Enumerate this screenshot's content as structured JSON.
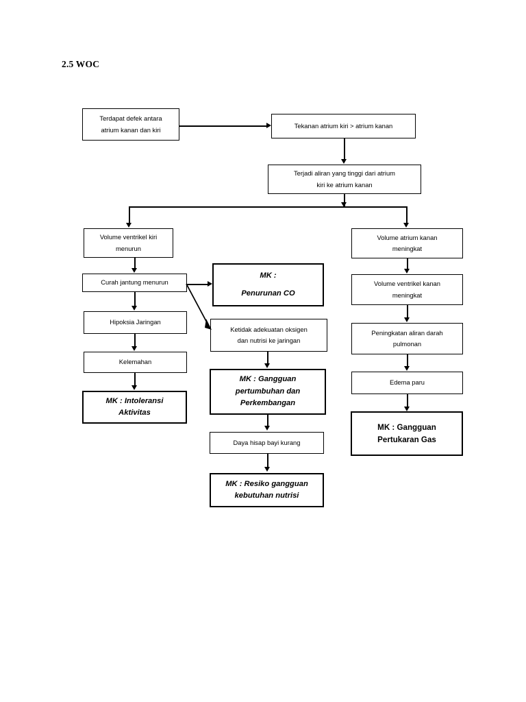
{
  "document": {
    "title": "2.5 WOC"
  },
  "chart_data": {
    "type": "diagram",
    "title": "2.5 WOC",
    "diagram_kind": "flowchart",
    "nodes": [
      {
        "id": "n1",
        "label": "Terdapat defek antara\ndan kiri",
        "text": "Terdapat defek antara\natrium kanan dan kiri",
        "style": "plain"
      },
      {
        "id": "n2",
        "text": "Tekanan atrium kiri > atrium kanan",
        "style": "plain"
      },
      {
        "id": "n3",
        "text": "Terjadi aliran yang tinggi dari atrium\nkiri ke atrium kanan",
        "style": "plain"
      },
      {
        "id": "n4",
        "text": "Volume ventrikel kiri\nmenurun",
        "style": "plain"
      },
      {
        "id": "n5",
        "text": "Curah jantung menurun",
        "style": "plain"
      },
      {
        "id": "n6",
        "text": "Hipoksia Jaringan",
        "style": "plain"
      },
      {
        "id": "n7",
        "text": "Kelemahan",
        "style": "plain"
      },
      {
        "id": "n8",
        "text": "MK : Intoleransi\nAktivitas",
        "style": "mk-italic"
      },
      {
        "id": "n9",
        "text": "MK :\n\nPenurunan CO",
        "style": "mk-italic"
      },
      {
        "id": "n10",
        "text": "Ketidak adekuatan oksigen\ndan nutrisi ke jaringan",
        "style": "plain"
      },
      {
        "id": "n11",
        "text": "MK : Gangguan\npertumbuhan dan\nPerkembangan",
        "style": "mk-italic"
      },
      {
        "id": "n12",
        "text": "Daya hisap bayi kurang",
        "style": "plain"
      },
      {
        "id": "n13",
        "text": "MK : Resiko gangguan\nkebutuhan nutrisi",
        "style": "mk-italic"
      },
      {
        "id": "n14",
        "text": "Volume atrium kanan\nmeningkat",
        "style": "plain"
      },
      {
        "id": "n15",
        "text": "Volume ventrikel kanan\nmeningkat",
        "style": "plain"
      },
      {
        "id": "n16",
        "text": "Peningkatan aliran darah\npulmonan",
        "style": "plain"
      },
      {
        "id": "n17",
        "text": "Edema paru",
        "style": "plain"
      },
      {
        "id": "n18",
        "text": "MK : Gangguan\nPertukaran Gas",
        "style": "mk-bold"
      }
    ],
    "edges": [
      {
        "from": "n1",
        "to": "n2",
        "kind": "horizontal-arrow"
      },
      {
        "from": "n2",
        "to": "n3",
        "kind": "vertical-arrow"
      },
      {
        "from": "n3",
        "to": "n4",
        "kind": "split-left-arrow"
      },
      {
        "from": "n3",
        "to": "n14",
        "kind": "split-right-arrow"
      },
      {
        "from": "n4",
        "to": "n5",
        "kind": "vertical-arrow"
      },
      {
        "from": "n5",
        "to": "n6",
        "kind": "vertical-arrow"
      },
      {
        "from": "n5",
        "to": "n9",
        "kind": "horizontal-arrow"
      },
      {
        "from": "n5",
        "to": "n10",
        "kind": "diagonal-arrow"
      },
      {
        "from": "n6",
        "to": "n7",
        "kind": "vertical-arrow"
      },
      {
        "from": "n7",
        "to": "n8",
        "kind": "vertical-arrow"
      },
      {
        "from": "n10",
        "to": "n11",
        "kind": "vertical-arrow"
      },
      {
        "from": "n11",
        "to": "n12",
        "kind": "vertical-arrow"
      },
      {
        "from": "n12",
        "to": "n13",
        "kind": "vertical-arrow"
      },
      {
        "from": "n14",
        "to": "n15",
        "kind": "vertical-arrow"
      },
      {
        "from": "n15",
        "to": "n16",
        "kind": "vertical-arrow"
      },
      {
        "from": "n16",
        "to": "n17",
        "kind": "vertical-arrow"
      },
      {
        "from": "n17",
        "to": "n18",
        "kind": "vertical-arrow"
      }
    ],
    "colors": {
      "background": "#ffffff",
      "box_border": "#000000",
      "box_fill": "#ffffff",
      "text": "#000000",
      "connector": "#000000"
    }
  },
  "nodes": {
    "n1": "Terdapat defek antara\natrium kanan dan kiri",
    "n2": "Tekanan atrium kiri > atrium kanan",
    "n3": "Terjadi aliran yang tinggi dari atrium\nkiri ke atrium kanan",
    "n4": "Volume ventrikel kiri\nmenurun",
    "n5": "Curah jantung menurun",
    "n6": "Hipoksia Jaringan",
    "n7": "Kelemahan",
    "n8": "MK : Intoleransi\nAktivitas",
    "n9": "MK :\nPenurunan CO",
    "n10": "Ketidak adekuatan oksigen\ndan nutrisi ke jaringan",
    "n11": "MK : Gangguan\npertumbuhan dan\nPerkembangan",
    "n12": "Daya hisap bayi kurang",
    "n13": "MK : Resiko gangguan\nkebutuhan nutrisi",
    "n14": "Volume atrium kanan\nmeningkat",
    "n15": "Volume ventrikel kanan\nmeningkat",
    "n16": "Peningkatan aliran darah\npulmonan",
    "n17": "Edema paru",
    "n18": "MK : Gangguan\nPertukaran Gas"
  }
}
